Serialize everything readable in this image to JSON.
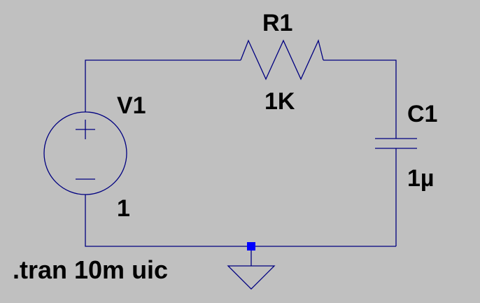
{
  "colors": {
    "background": "#c0c0c0",
    "wire": "#000080",
    "junction": "#0000ff",
    "text": "#000000"
  },
  "components": {
    "R1": {
      "ref": "R1",
      "value": "1K"
    },
    "C1": {
      "ref": "C1",
      "value": "1µ"
    },
    "V1": {
      "ref": "V1",
      "value": "1"
    }
  },
  "directive": ".tran 10m uic",
  "icons": {
    "voltage_source": "dc-voltage-source-icon",
    "resistor": "resistor-icon",
    "capacitor": "capacitor-icon",
    "ground": "ground-icon"
  }
}
